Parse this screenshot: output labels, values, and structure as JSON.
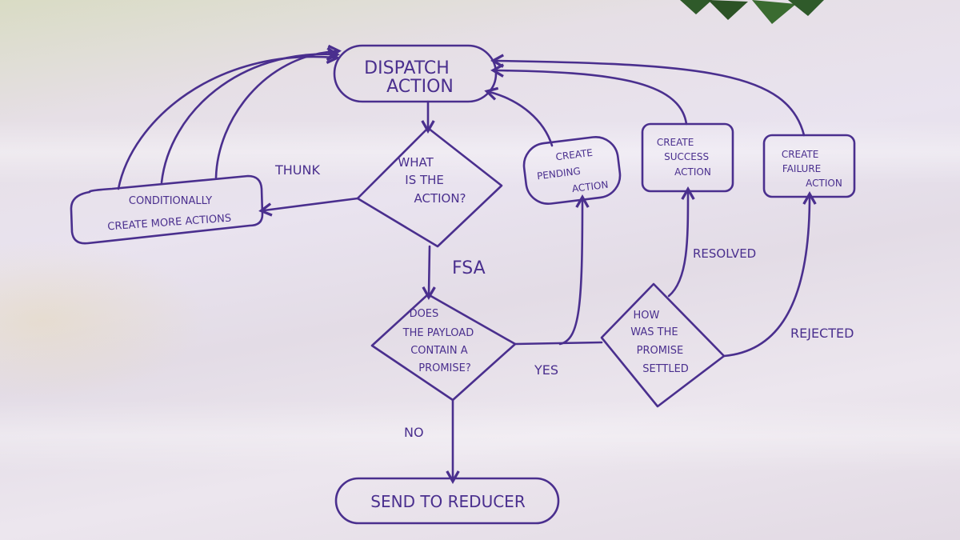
{
  "nodes": {
    "dispatch": {
      "line1": "DISPATCH",
      "line2": "ACTION"
    },
    "what_action": {
      "line1": "WHAT",
      "line2": "IS THE",
      "line3": "ACTION?"
    },
    "conditionally": {
      "line1": "CONDITIONALLY",
      "line2": "CREATE MORE ACTIONS"
    },
    "payload_promise": {
      "line1": "DOES",
      "line2": "THE PAYLOAD",
      "line3": "CONTAIN A",
      "line4": "PROMISE?"
    },
    "pending": {
      "line1": "CREATE",
      "line2": "PENDING",
      "line3": "ACTION"
    },
    "success": {
      "line1": "CREATE",
      "line2": "SUCCESS",
      "line3": "ACTION"
    },
    "failure": {
      "line1": "CREATE",
      "line2": "FAILURE",
      "line3": "ACTION"
    },
    "settled": {
      "line1": "HOW",
      "line2": "WAS THE",
      "line3": "PROMISE",
      "line4": "SETTLED"
    },
    "reducer": {
      "label": "SEND TO REDUCER"
    }
  },
  "edge_labels": {
    "thunk": "THUNK",
    "fsa": "FSA",
    "yes": "YES",
    "no": "NO",
    "resolved": "RESOLVED",
    "rejected": "REJECTED"
  },
  "colors": {
    "ink": "#4a2f8e",
    "leaf": "#2f5a2a"
  }
}
